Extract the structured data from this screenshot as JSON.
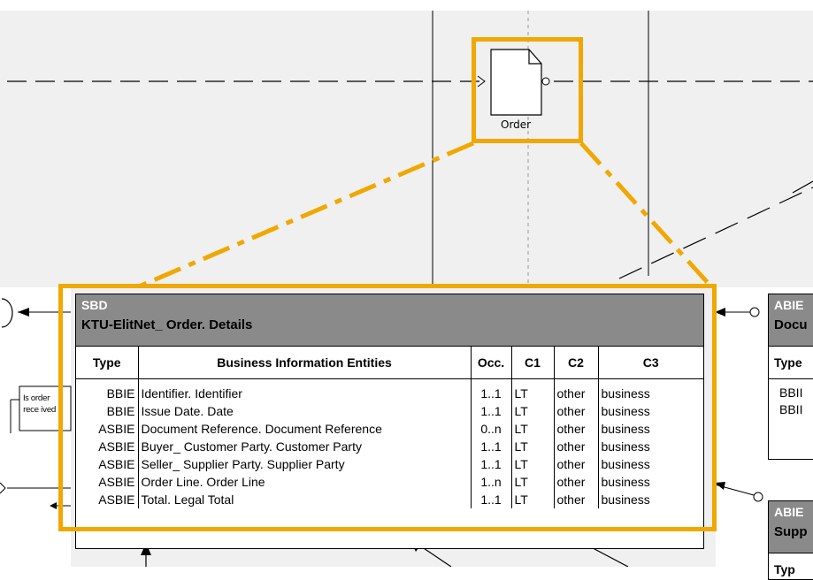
{
  "order_node": {
    "label": "Order"
  },
  "sbd": {
    "stereotype": "SBD",
    "title": "KTU-ElitNet_ Order. Details",
    "columns": [
      "Type",
      "Business Information Entities",
      "Occ.",
      "C1",
      "C2",
      "C3"
    ],
    "rows": [
      {
        "type": "BBIE",
        "entity": "Identifier. Identifier",
        "occ": "1..1",
        "c1": "LT",
        "c2": "other",
        "c3": "business"
      },
      {
        "type": "BBIE",
        "entity": "Issue Date. Date",
        "occ": "1..1",
        "c1": "LT",
        "c2": "other",
        "c3": "business"
      },
      {
        "type": "ASBIE",
        "entity": "Document Reference. Document Reference",
        "occ": "0..n",
        "c1": "LT",
        "c2": "other",
        "c3": "business"
      },
      {
        "type": "ASBIE",
        "entity": "Buyer_ Customer Party. Customer Party",
        "occ": "1..1",
        "c1": "LT",
        "c2": "other",
        "c3": "business"
      },
      {
        "type": "ASBIE",
        "entity": "Seller_ Supplier Party. Supplier Party",
        "occ": "1..1",
        "c1": "LT",
        "c2": "other",
        "c3": "business"
      },
      {
        "type": "ASBIE",
        "entity": "Order Line. Order Line",
        "occ": "1..n",
        "c1": "LT",
        "c2": "other",
        "c3": "business"
      },
      {
        "type": "ASBIE",
        "entity": "Total. Legal Total",
        "occ": "1..1",
        "c1": "LT",
        "c2": "other",
        "c3": "business"
      }
    ]
  },
  "right_box_1": {
    "stereotype": "ABIE",
    "title": "Docu",
    "type_header": "Type",
    "rows": [
      "BBII",
      "BBII"
    ]
  },
  "right_box_2": {
    "stereotype": "ABIE",
    "title": "Supp",
    "type_header": "Typ"
  },
  "decision_label": {
    "line1": "Is order",
    "line2": "rece ived"
  },
  "colors": {
    "highlight": "#f0a800",
    "header_gray": "#8a8a8a",
    "panel_gray": "#f0f0f0"
  }
}
